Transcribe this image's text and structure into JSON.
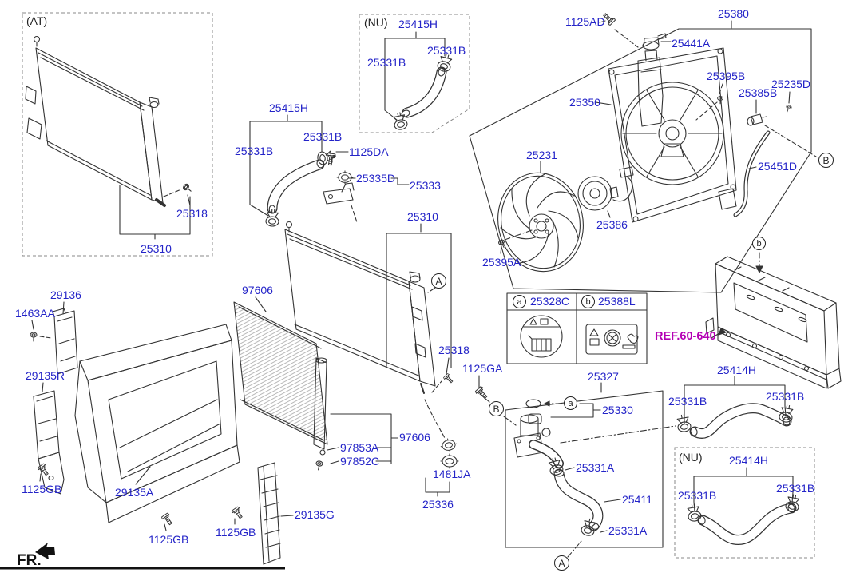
{
  "colors": {
    "label_blue": "#2424c8",
    "ref_magenta": "#b400b4",
    "line": "#333333",
    "background": "#ffffff"
  },
  "tags": {
    "at_box": "(AT)",
    "nu_top_box": "(NU)",
    "nu_bottom_box": "(NU)",
    "front_marker": "FR."
  },
  "reference": {
    "label": "REF.60-640"
  },
  "callouts": {
    "A": "A",
    "B": "B",
    "a": "a",
    "b": "b"
  },
  "table": {
    "header_a": "25328C",
    "header_b": "25388L"
  },
  "labels": [
    {
      "id": "at-tag",
      "text": "(AT)"
    },
    {
      "id": "at-25318",
      "text": "25318"
    },
    {
      "id": "at-25310",
      "text": "25310"
    },
    {
      "id": "nu-top-tag",
      "text": "(NU)"
    },
    {
      "id": "nu-25415H",
      "text": "25415H"
    },
    {
      "id": "nu-25331B-right",
      "text": "25331B"
    },
    {
      "id": "nu-25331B-left",
      "text": "25331B"
    },
    {
      "id": "mid-25415H",
      "text": "25415H"
    },
    {
      "id": "mid-25331B-left",
      "text": "25331B"
    },
    {
      "id": "mid-25331B-upper",
      "text": "25331B"
    },
    {
      "id": "mid-1125DA",
      "text": "1125DA"
    },
    {
      "id": "mid-25335D",
      "text": "25335D"
    },
    {
      "id": "mid-25333",
      "text": "25333"
    },
    {
      "id": "main-25310",
      "text": "25310"
    },
    {
      "id": "fan-1125AD",
      "text": "1125AD"
    },
    {
      "id": "fan-25380",
      "text": "25380"
    },
    {
      "id": "fan-25441A",
      "text": "25441A"
    },
    {
      "id": "fan-25395B",
      "text": "25395B"
    },
    {
      "id": "fan-25385B",
      "text": "25385B"
    },
    {
      "id": "fan-25235D",
      "text": "25235D"
    },
    {
      "id": "fan-25350",
      "text": "25350"
    },
    {
      "id": "fan-25231",
      "text": "25231"
    },
    {
      "id": "fan-25451D",
      "text": "25451D"
    },
    {
      "id": "fan-25386",
      "text": "25386"
    },
    {
      "id": "fan-25395A",
      "text": "25395A"
    },
    {
      "id": "cond-97606-top",
      "text": "97606"
    },
    {
      "id": "main-25318",
      "text": "25318"
    },
    {
      "id": "main-1125GA",
      "text": "1125GA"
    },
    {
      "id": "cond-97853A",
      "text": "97853A"
    },
    {
      "id": "cond-97852C",
      "text": "97852C"
    },
    {
      "id": "cond-97606-right",
      "text": "97606"
    },
    {
      "id": "grommet-1481JA",
      "text": "1481JA"
    },
    {
      "id": "grommet-25336",
      "text": "25336"
    },
    {
      "id": "panel-29136",
      "text": "29136"
    },
    {
      "id": "panel-1463AA",
      "text": "1463AA"
    },
    {
      "id": "panel-29135R",
      "text": "29135R"
    },
    {
      "id": "bolt-1125GB-1",
      "text": "1125GB"
    },
    {
      "id": "duct-29135A",
      "text": "29135A"
    },
    {
      "id": "bolt-1125GB-2",
      "text": "1125GB"
    },
    {
      "id": "bolt-1125GB-3",
      "text": "1125GB"
    },
    {
      "id": "panel-29135G",
      "text": "29135G"
    },
    {
      "id": "fr-marker",
      "text": "FR."
    },
    {
      "id": "table-25328C",
      "text": "25328C"
    },
    {
      "id": "table-25388L",
      "text": "25388L"
    },
    {
      "id": "ref-60-640",
      "text": "REF.60-640"
    },
    {
      "id": "thermo-25327",
      "text": "25327"
    },
    {
      "id": "thermo-25330",
      "text": "25330"
    },
    {
      "id": "thermo-25331A-1",
      "text": "25331A"
    },
    {
      "id": "thermo-25411",
      "text": "25411"
    },
    {
      "id": "thermo-25331A-2",
      "text": "25331A"
    },
    {
      "id": "hose-25414H-upper",
      "text": "25414H"
    },
    {
      "id": "hose-25331B-up-left",
      "text": "25331B"
    },
    {
      "id": "hose-25331B-up-right",
      "text": "25331B"
    },
    {
      "id": "hose-25414H-nu",
      "text": "25414H"
    },
    {
      "id": "hose-25331B-nu-left",
      "text": "25331B"
    },
    {
      "id": "hose-25331B-nu-right",
      "text": "25331B"
    }
  ]
}
